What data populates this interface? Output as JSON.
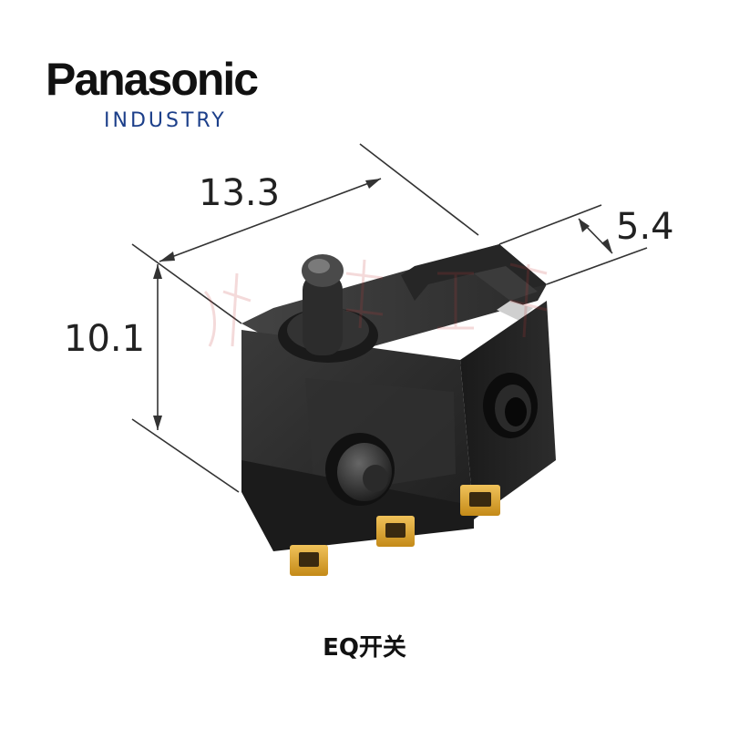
{
  "brand": {
    "name": "Panasonic",
    "division": "INDUSTRY"
  },
  "dimensions": {
    "length": "13.3",
    "height": "10.1",
    "depth": "5.4"
  },
  "caption": "EQ开关",
  "colors": {
    "brand_blue": "#1c3f8a",
    "switch_body": "#2a2a2a",
    "terminal_gold": "#d9a22a"
  }
}
